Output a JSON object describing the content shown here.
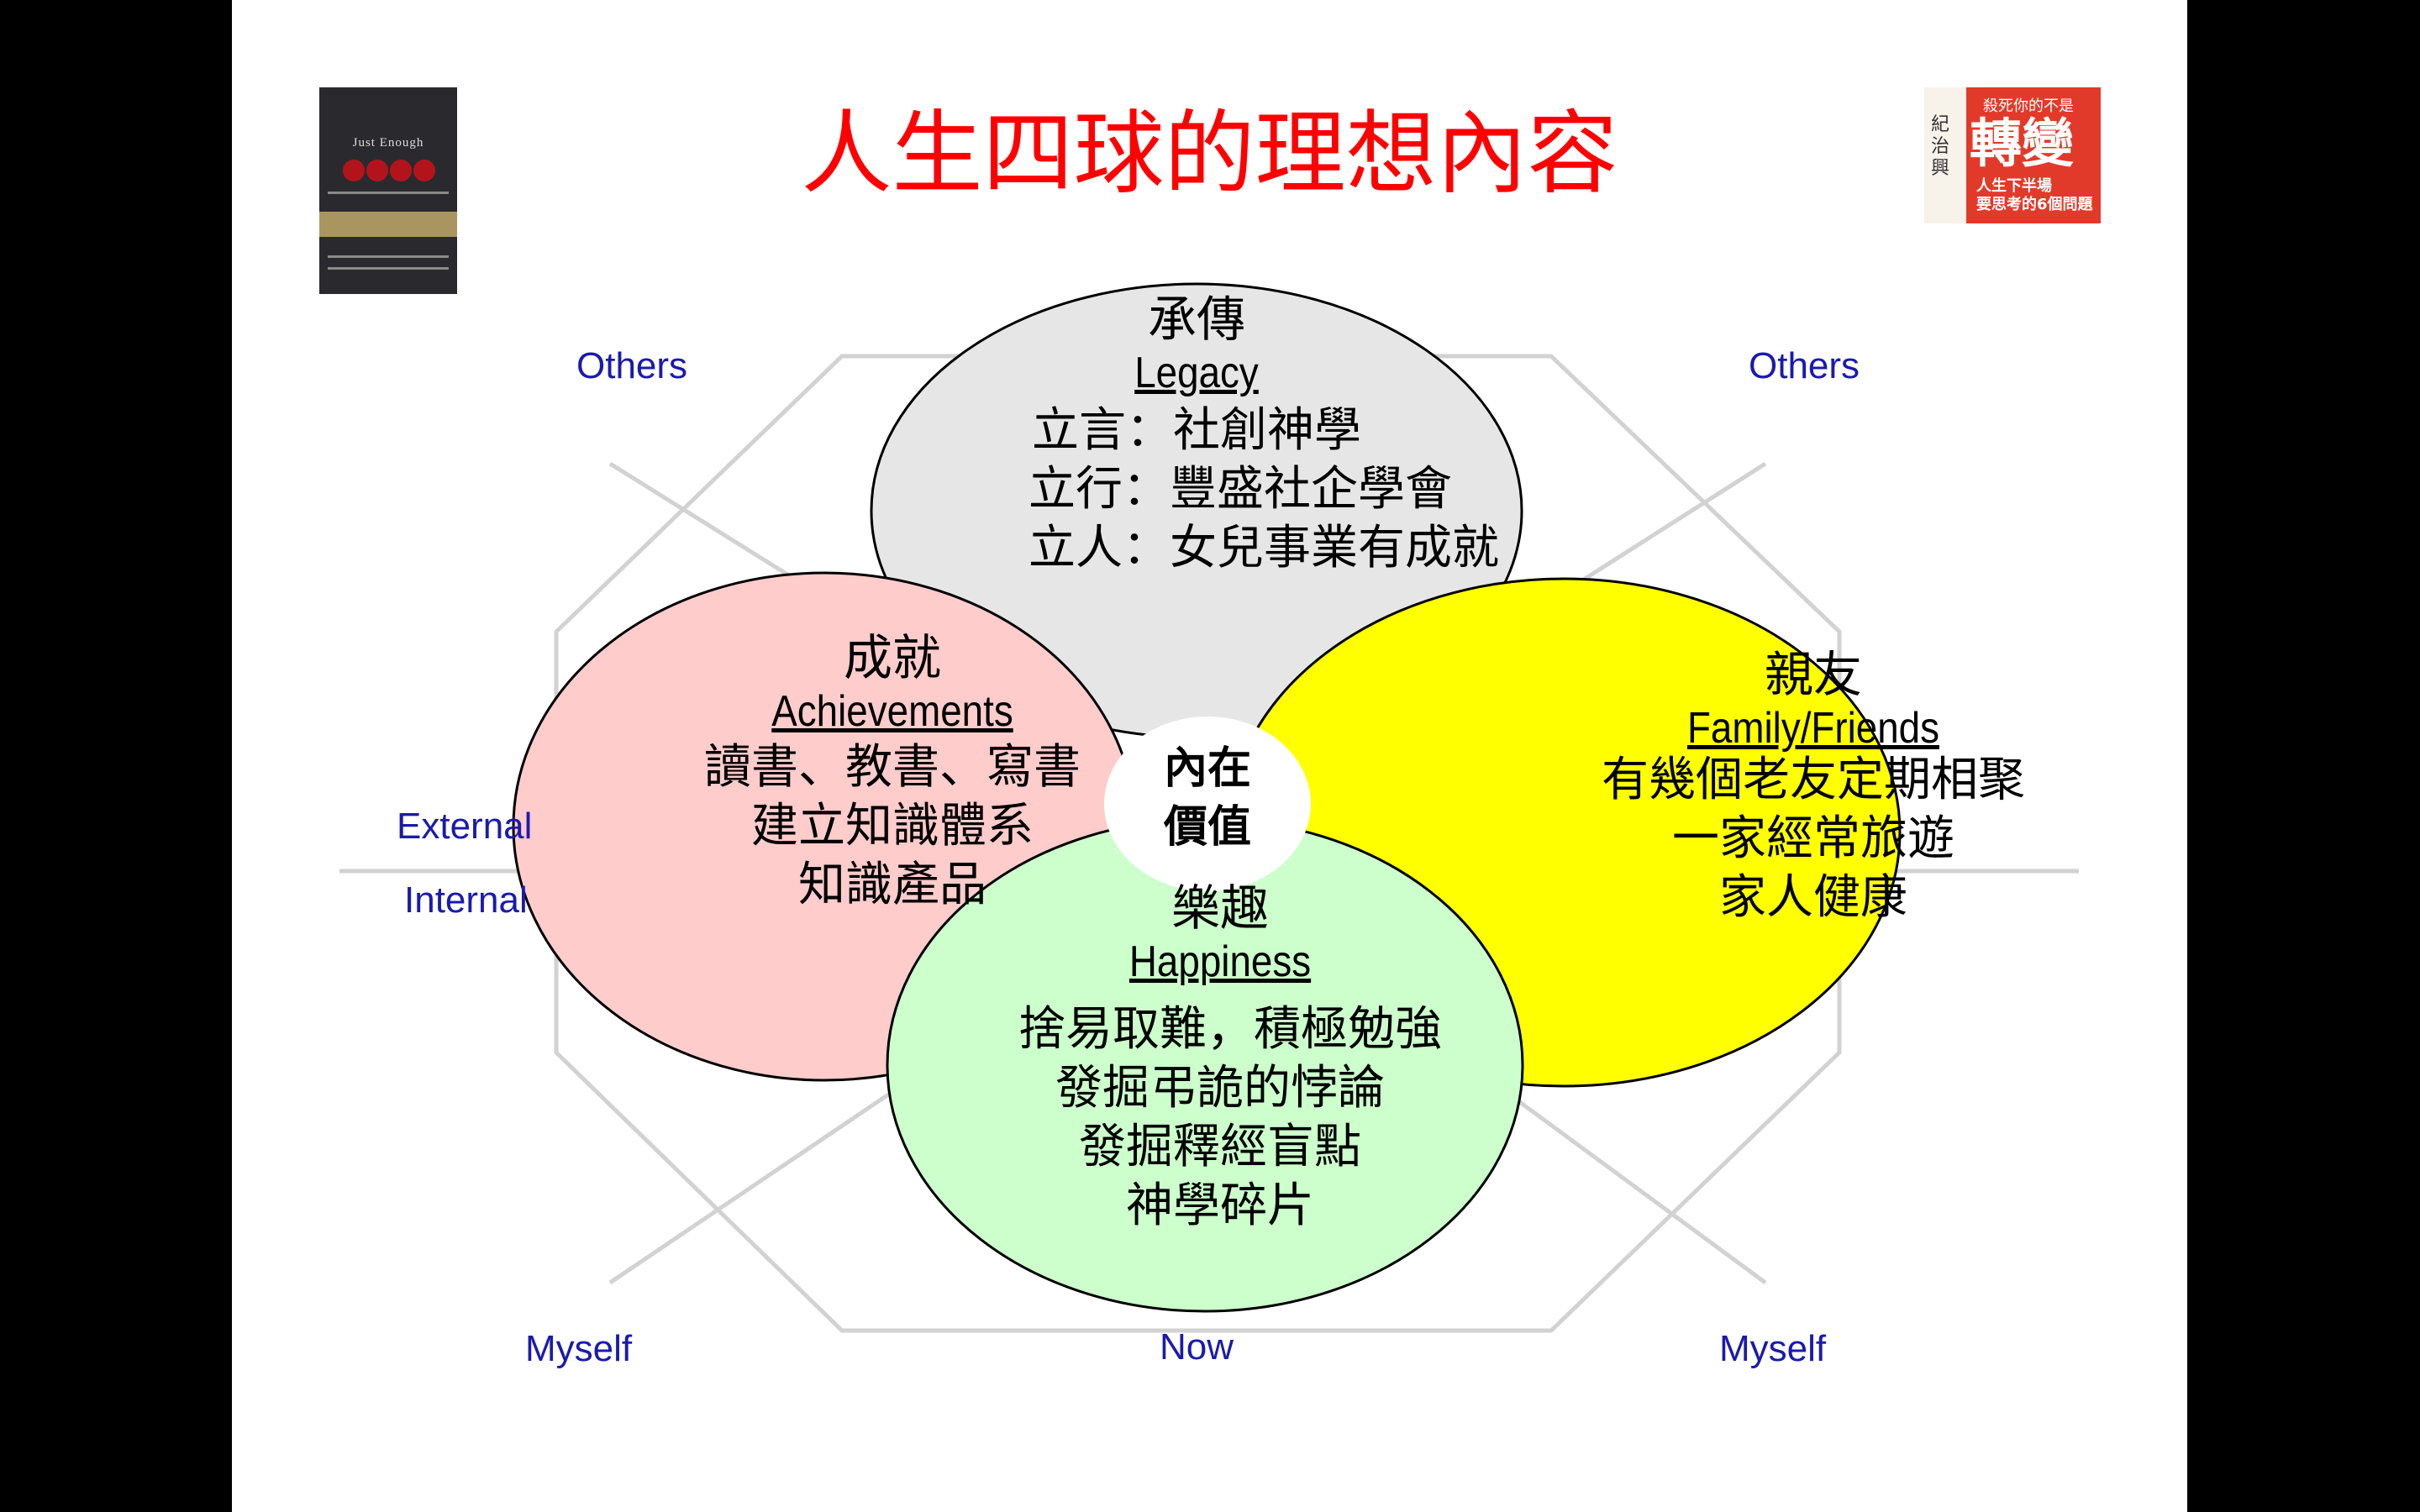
{
  "title": "人生四球的理想內容",
  "axis_labels": {
    "others_left": "Others",
    "others_right": "Others",
    "external": "External",
    "internal": "Internal",
    "myself_left": "Myself",
    "now": "Now",
    "myself_right": "Myself"
  },
  "legacy": {
    "title_zh": "承傳",
    "title_en": "Legacy",
    "lines": [
      "立言：社創神學",
      "立行：豐盛社企學會",
      "立人：女兒事業有成就"
    ],
    "color": "#e6e6e6"
  },
  "achievements": {
    "title_zh": "成就",
    "title_en": "Achievements",
    "lines": [
      "讀書、教書、寫書",
      "建立知識體系",
      "知識產品"
    ],
    "color": "#ffcccc"
  },
  "family": {
    "title_zh": "親友",
    "title_en": "Family/Friends",
    "lines": [
      "有幾個老友定期相聚",
      "一家經常旅遊",
      "家人健康"
    ],
    "color": "#ffff00"
  },
  "happiness": {
    "title_zh": "樂趣",
    "title_en": "Happiness",
    "lines": [
      "捨易取難，積極勉強",
      "發掘弔詭的悖論",
      "發掘釋經盲點",
      "神學碎片"
    ],
    "color": "#ccffcc"
  },
  "core": {
    "line1": "內在",
    "line2": "價值"
  },
  "book_left": {
    "title": "Just Enough"
  },
  "book_right": {
    "top": "殺死你的不是",
    "big": "轉變",
    "sub1": "人生下半場",
    "sub2": "要思考的6個問題",
    "author": "紀治興"
  }
}
